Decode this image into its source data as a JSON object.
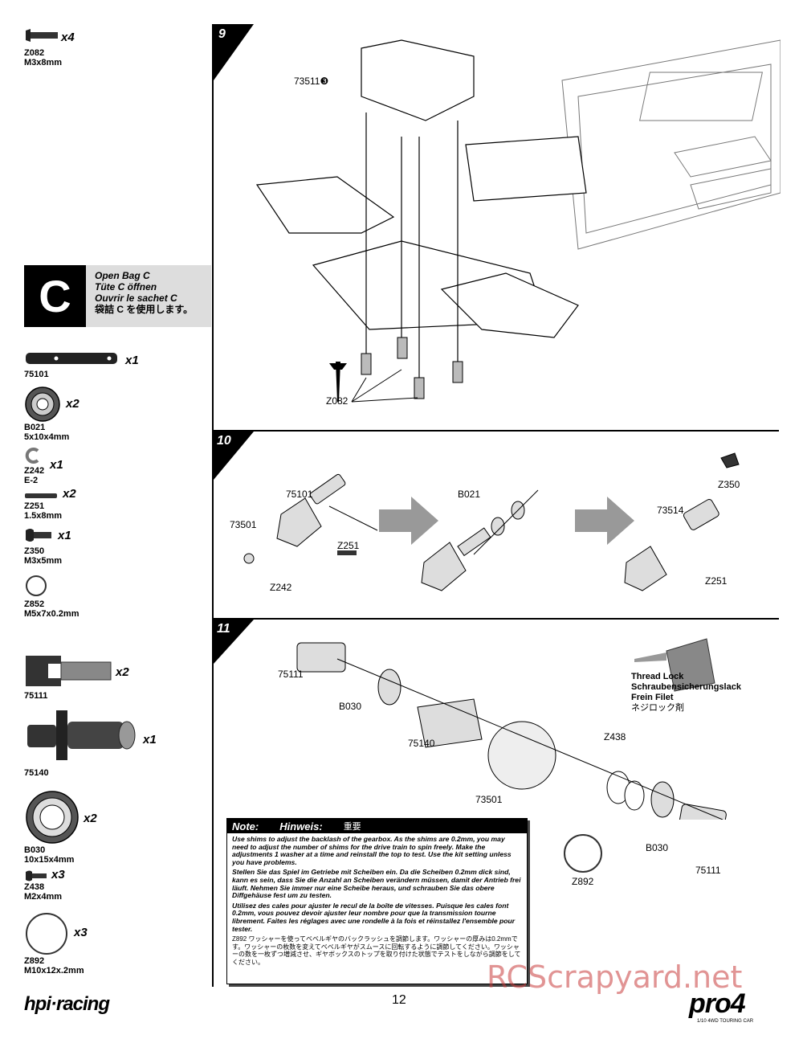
{
  "sidebar": {
    "parts_top": [
      {
        "code": "Z082",
        "desc": "M3x8mm",
        "qty": "x4"
      }
    ],
    "bag": {
      "letter": "C",
      "line1": "Open Bag C",
      "line2": "Tüte C öffnen",
      "line3": "Ouvrir le sachet C",
      "line4": "袋詰 C を使用します。"
    },
    "parts_c": [
      {
        "code": "75101",
        "desc": "",
        "qty": "x1"
      },
      {
        "code": "B021",
        "desc": "5x10x4mm",
        "qty": "x2"
      },
      {
        "code": "Z242",
        "desc": "E-2",
        "qty": "x1"
      },
      {
        "code": "Z251",
        "desc": "1.5x8mm",
        "qty": "x2"
      },
      {
        "code": "Z350",
        "desc": "M3x5mm",
        "qty": "x1"
      },
      {
        "code": "Z852",
        "desc": "M5x7x0.2mm",
        "qty": ""
      },
      {
        "code": "75111",
        "desc": "",
        "qty": "x2"
      },
      {
        "code": "75140",
        "desc": "",
        "qty": "x1"
      },
      {
        "code": "B030",
        "desc": "10x15x4mm",
        "qty": "x2"
      },
      {
        "code": "Z438",
        "desc": "M2x4mm",
        "qty": "x3"
      },
      {
        "code": "Z892",
        "desc": "M10x12x.2mm",
        "qty": "x3"
      }
    ]
  },
  "steps": {
    "s9": {
      "number": "9",
      "labels": {
        "part_a": "73511❸",
        "part_b": "Z082"
      }
    },
    "s10": {
      "number": "10",
      "labels": {
        "a": "75101",
        "b": "73501",
        "c": "Z251",
        "d": "Z242",
        "e": "B021",
        "f": "Z350",
        "g": "73514",
        "h": "Z251"
      }
    },
    "s11": {
      "number": "11",
      "labels": {
        "a": "75111",
        "b": "B030",
        "c": "75140",
        "d": "73501",
        "e": "Z438",
        "f": "B030",
        "g": "75111",
        "h": "Z892"
      },
      "threadlock": {
        "l1": "Thread Lock",
        "l2": "Schraubensicherungslack",
        "l3": "Frein Filet",
        "l4": "ネジロック剤"
      }
    }
  },
  "note": {
    "title": "Note:",
    "title_de": "Hinweis:",
    "title_jp": "重要",
    "en": "Use shims to adjust the backlash of the gearbox. As the shims are 0.2mm, you may need to adjust the number of shims for the drive train to spin freely. Make the adjustments 1 washer at a time and reinstall the top to test. Use the kit setting unless you have problems.",
    "de": "Stellen Sie das Spiel im Getriebe mit Scheiben ein. Da die Scheiben 0.2mm dick sind, kann es sein, dass Sie die Anzahl an Scheiben verändern müssen, damit der Antrieb frei läuft. Nehmen Sie immer nur eine Scheibe heraus, und schrauben Sie das obere Diffgehäuse fest um zu testen.",
    "fr": "Utilisez des cales pour ajuster le recul de la boîte de vitesses. Puisque les cales font 0.2mm, vous pouvez devoir ajuster leur nombre pour que la transmission tourne librement. Faites les réglages avec une rondelle à la fois et réinstallez l'ensemble pour tester.",
    "jp": "Z892 ワッシャーを使ってベベルギヤのバックラッシュを調節します。ワッシャーの厚みは0.2mmです。ワッシャーの枚数を変えてベベルギヤがスムースに回転するように調節してください。ワッシャーの数を一枚ずつ増減させ、ギヤボックスのトップを取り付けた状態でテストをしながら調節をしてください。"
  },
  "footer": {
    "brand": "hpi·racing",
    "page": "12",
    "product": "pro4",
    "product_sub": "1/10 4WD TOURING CAR",
    "watermark": "RCScrapyard.net"
  }
}
